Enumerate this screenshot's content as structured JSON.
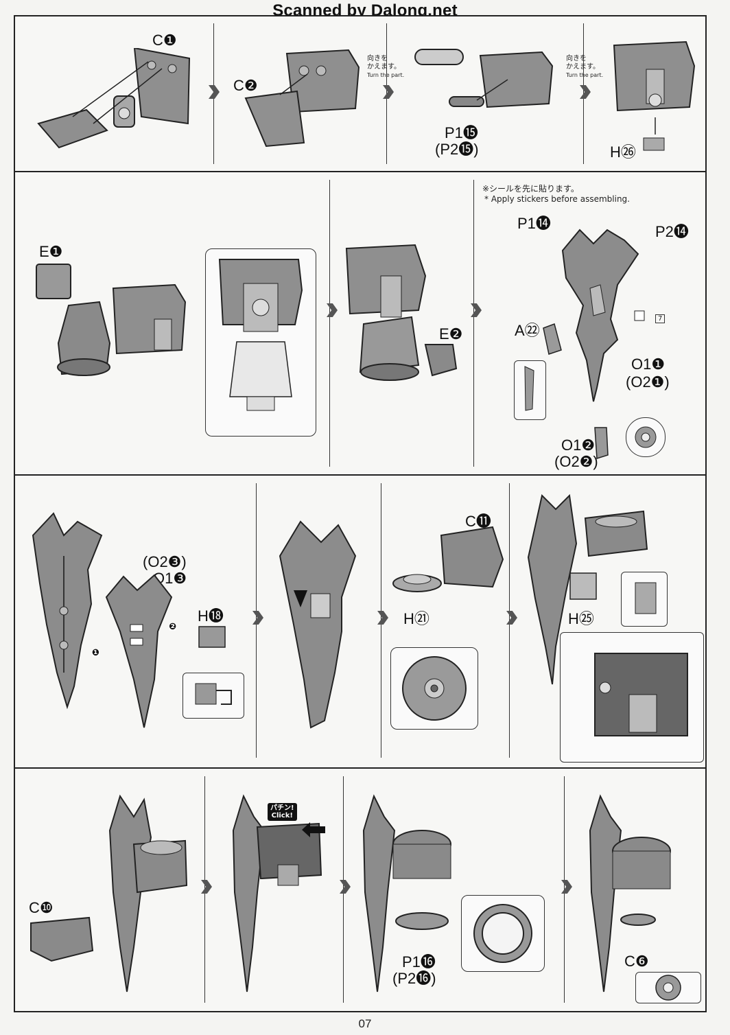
{
  "header": {
    "watermark": "Scanned by Dalong.net"
  },
  "row1": {
    "step1_label": "C❶",
    "step2_label": "C❷",
    "turn_note_1": [
      "向きを",
      "かえます。",
      "Turn the part."
    ],
    "step3_label_a": "P1⓯",
    "step3_label_b": "(P2⓯)",
    "turn_note_2": [
      "向きを",
      "かえます。",
      "Turn the part."
    ],
    "step4_label": "H㉖"
  },
  "row2": {
    "step1_label": "E❶",
    "step3_label": "E❷",
    "sticker_note_jp": "※シールを先に貼ります。",
    "sticker_note_en": "* Apply stickers before assembling.",
    "labels": [
      "P1⓮",
      "P2⓮",
      "A㉒",
      "O1❶",
      "(O2❶)",
      "O1❷",
      "(O2❷)"
    ],
    "sticker_number": "7"
  },
  "row3": {
    "step1_labels": [
      "(O2❸)",
      "O1❸",
      "H⓲"
    ],
    "step_markers": [
      "❶",
      "❷"
    ],
    "step3_labels": [
      "C⓫",
      "H㉑"
    ],
    "step4_label": "H㉕"
  },
  "row4": {
    "step1_label": "C❿",
    "click_badge": [
      "パチン!",
      "Click!"
    ],
    "step3_label_a": "P1⓰",
    "step3_label_b": "(P2⓰)",
    "step4_label": "C❻"
  },
  "footer": {
    "page_number": "07"
  }
}
